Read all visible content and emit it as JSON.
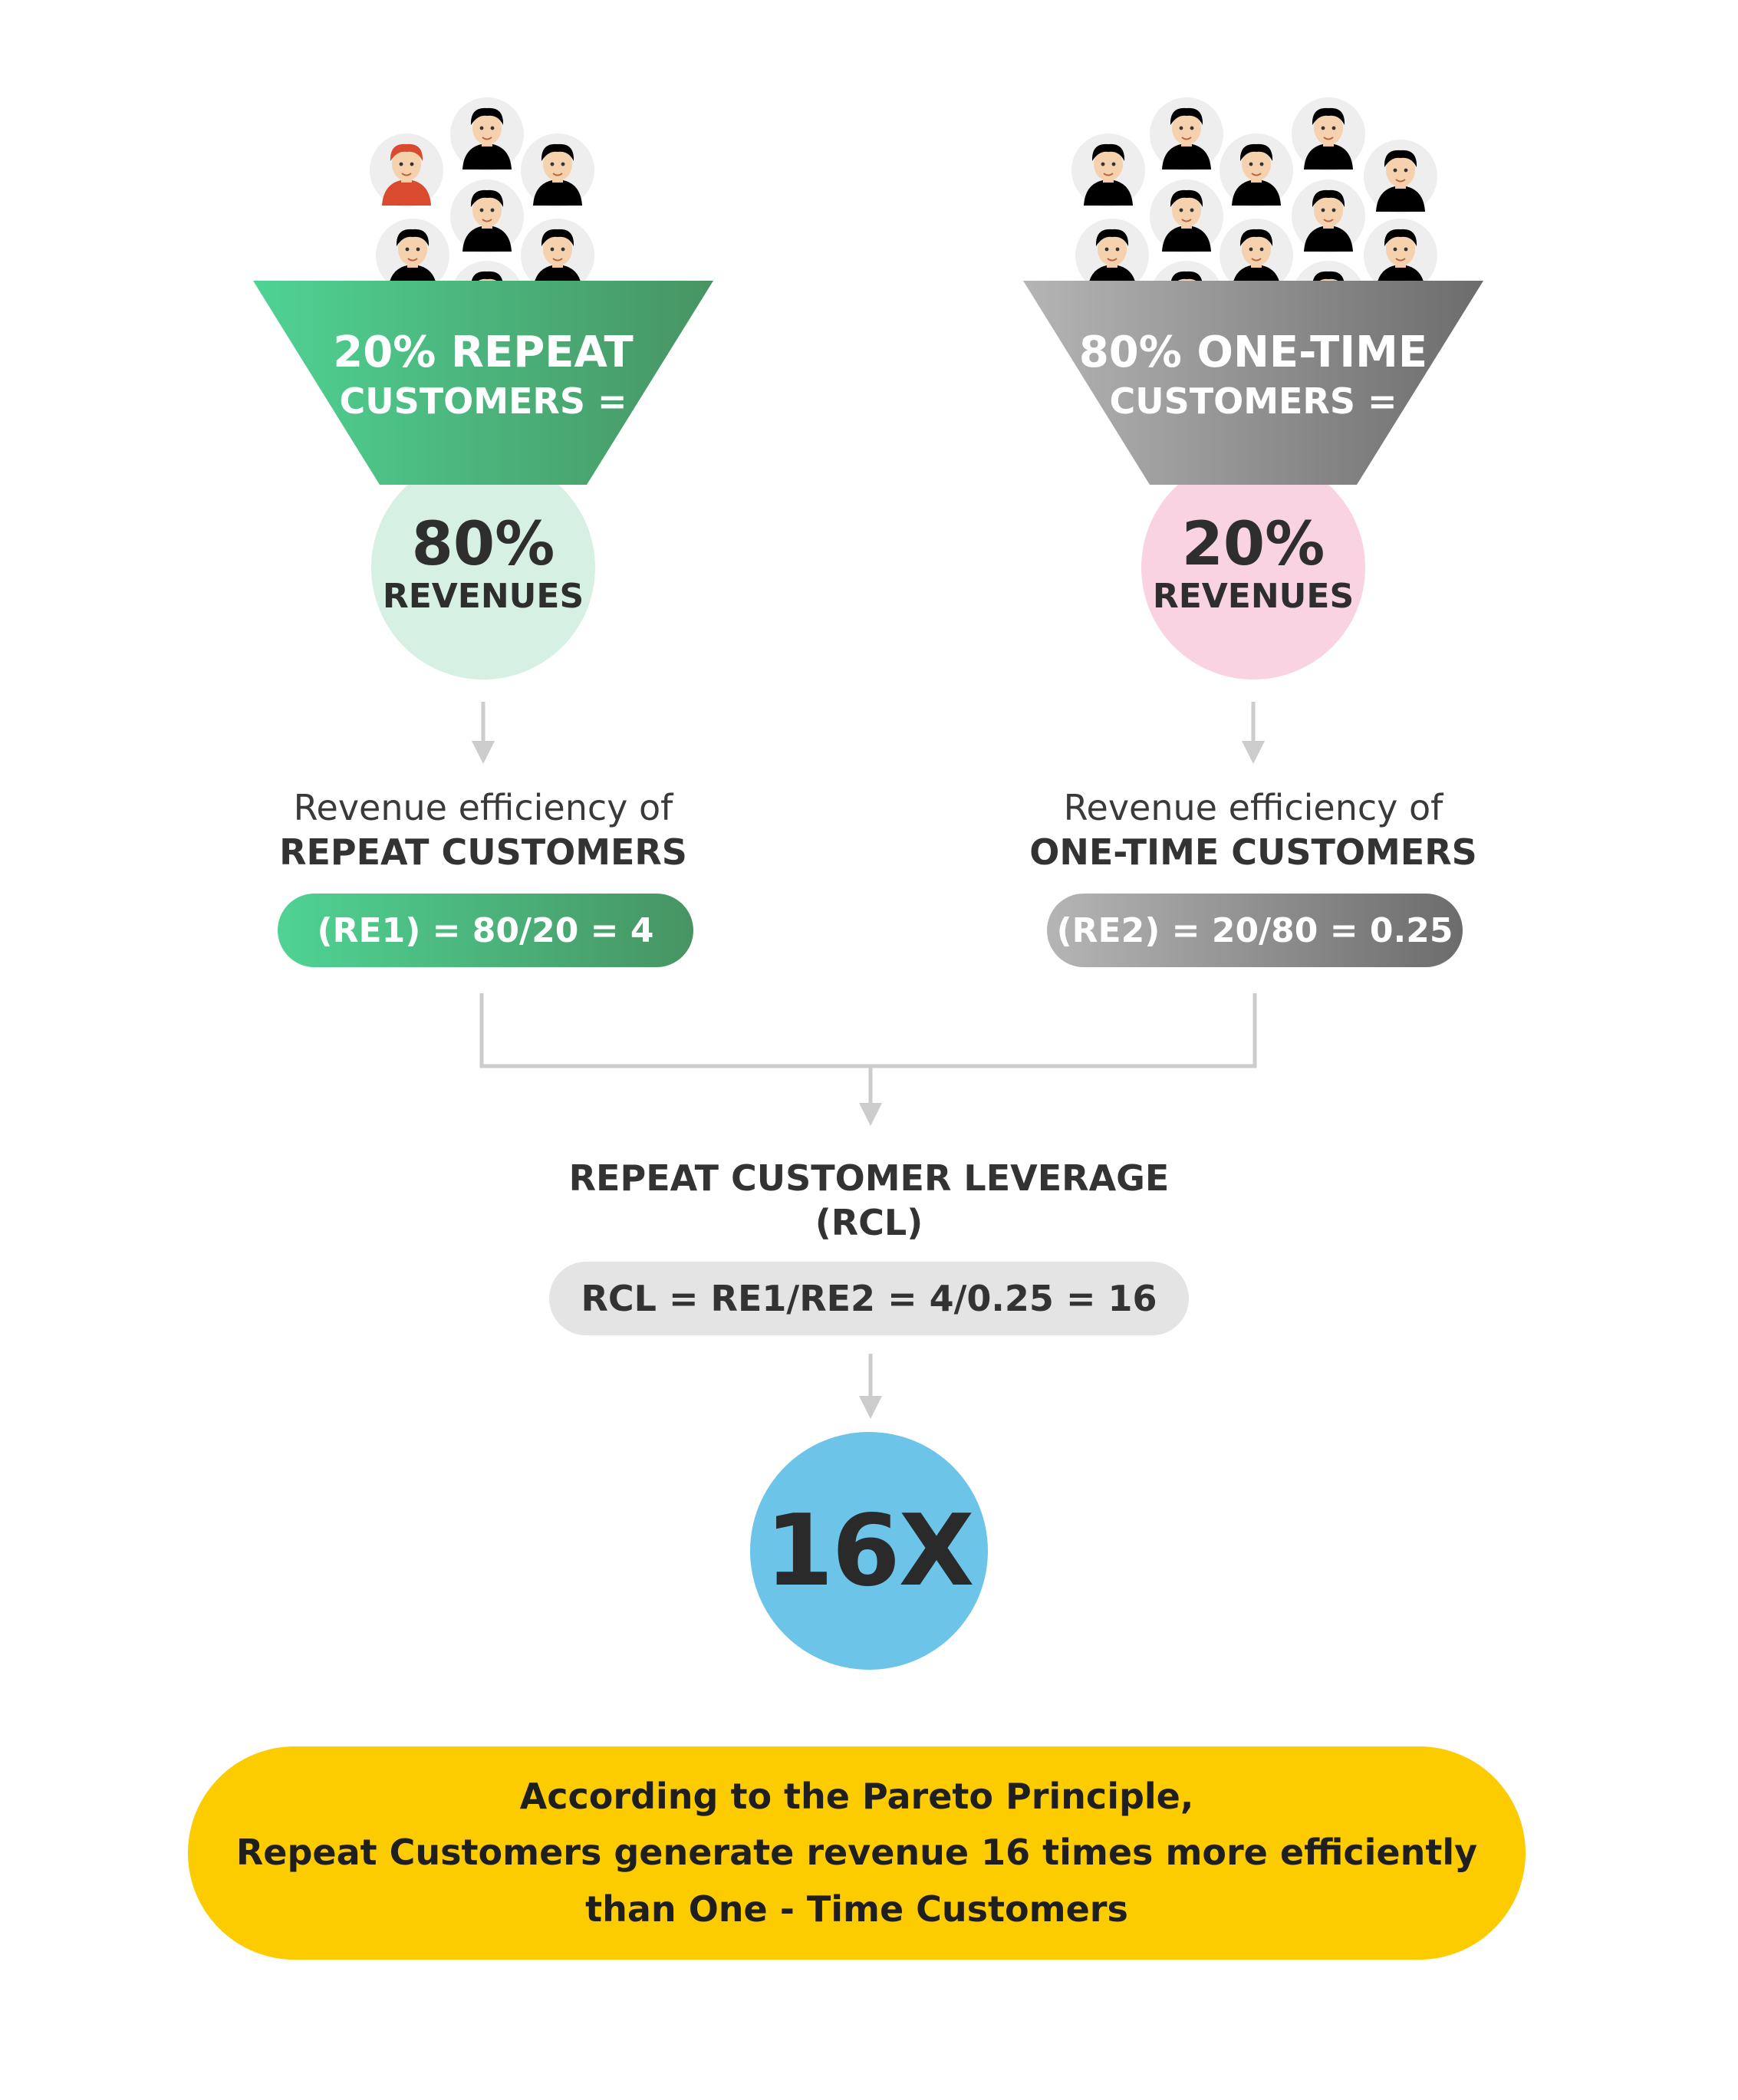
{
  "left": {
    "funnel_line1": "20% REPEAT",
    "funnel_line2": "CUSTOMERS =",
    "circle_value": "80%",
    "circle_label": "REVENUES",
    "efficiency_prefix": "Revenue efficiency of",
    "efficiency_group": "REPEAT CUSTOMERS",
    "formula": "(RE1) = 80/20 = 4"
  },
  "right": {
    "funnel_line1": "80% ONE-TIME",
    "funnel_line2": "CUSTOMERS =",
    "circle_value": "20%",
    "circle_label": "REVENUES",
    "efficiency_prefix": "Revenue efficiency of",
    "efficiency_group": "ONE-TIME CUSTOMERS",
    "formula": "(RE2) = 20/80 = 0.25"
  },
  "rcl": {
    "title_line1": "REPEAT CUSTOMER LEVERAGE",
    "title_line2": "(RCL)",
    "formula": "RCL = RE1/RE2  = 4/0.25 = 16",
    "result": "16X"
  },
  "conclusion": {
    "line1": "According to the Pareto Principle,",
    "line2": "Repeat Customers generate revenue 16 times more efficiently",
    "line3": "than One - Time  Customers"
  },
  "colors": {
    "green_light": "#4fd394",
    "green_dark": "#479463",
    "gray_light": "#b3b3b3",
    "gray_dark": "#6f6f6f",
    "mint_circle": "#d6f0e3",
    "pink_circle": "#f9d3e2",
    "blue_circle": "#6cc4e9",
    "yellow_banner": "#fccb00",
    "connector": "#cccccc"
  },
  "icons": {
    "avatars": "customer-avatar-icon",
    "arrows": "arrow-down-icon"
  }
}
